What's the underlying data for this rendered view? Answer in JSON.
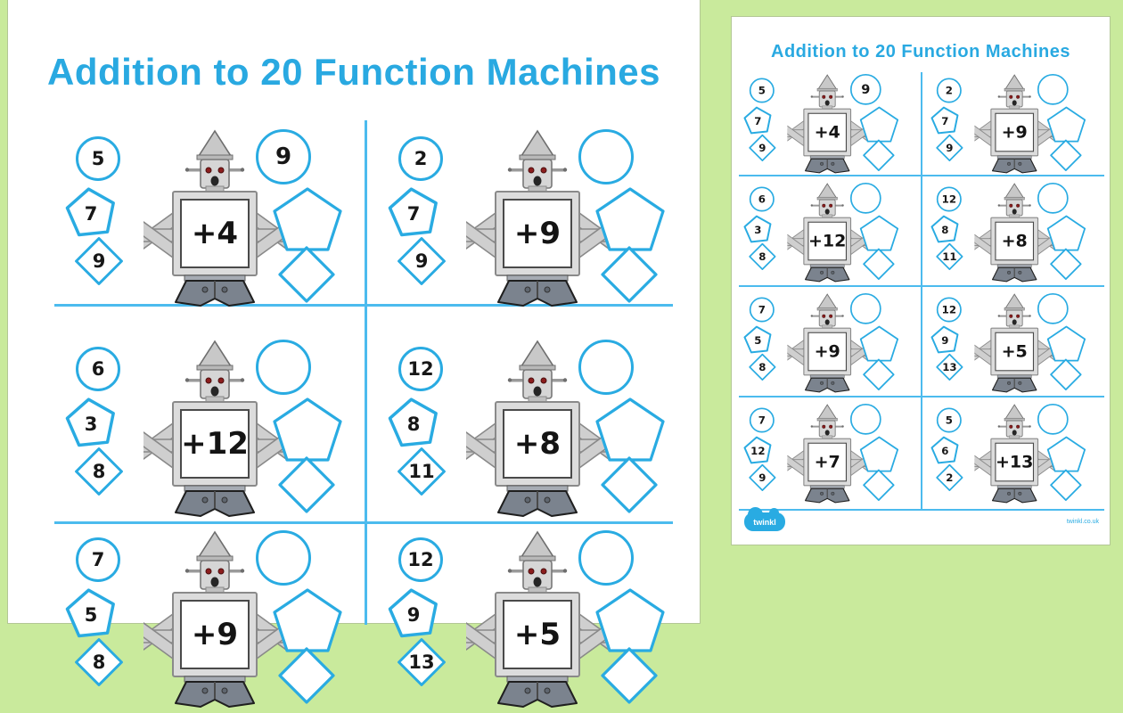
{
  "page": {
    "title": "Addition to 20 Function Machines",
    "background_color": "#c9ea9c",
    "accent_blue": "#29abe2",
    "divider_blue": "#4cbbee",
    "footer": {
      "logo_text": "twinkl",
      "site_text": "twinkl.co.uk"
    }
  },
  "machines": [
    {
      "op": "+4",
      "inputs": [
        "5",
        "7",
        "9"
      ],
      "outputs": [
        "9",
        "",
        ""
      ]
    },
    {
      "op": "+9",
      "inputs": [
        "2",
        "7",
        "9"
      ],
      "outputs": [
        "",
        "",
        ""
      ]
    },
    {
      "op": "+12",
      "inputs": [
        "6",
        "3",
        "8"
      ],
      "outputs": [
        "",
        "",
        ""
      ]
    },
    {
      "op": "+8",
      "inputs": [
        "12",
        "8",
        "11"
      ],
      "outputs": [
        "",
        "",
        ""
      ]
    },
    {
      "op": "+9",
      "inputs": [
        "7",
        "5",
        "8"
      ],
      "outputs": [
        "",
        "",
        ""
      ]
    },
    {
      "op": "+5",
      "inputs": [
        "12",
        "9",
        "13"
      ],
      "outputs": [
        "",
        "",
        ""
      ]
    },
    {
      "op": "+7",
      "inputs": [
        "7",
        "12",
        "9"
      ],
      "outputs": [
        "",
        "",
        ""
      ]
    },
    {
      "op": "+13",
      "inputs": [
        "5",
        "6",
        "2"
      ],
      "outputs": [
        "",
        "",
        ""
      ]
    }
  ],
  "icons": {
    "robot": "robot-machine-icon",
    "input_shapes": [
      "circle",
      "pentagon",
      "diamond"
    ],
    "output_shapes": [
      "circle",
      "pentagon",
      "diamond"
    ]
  }
}
